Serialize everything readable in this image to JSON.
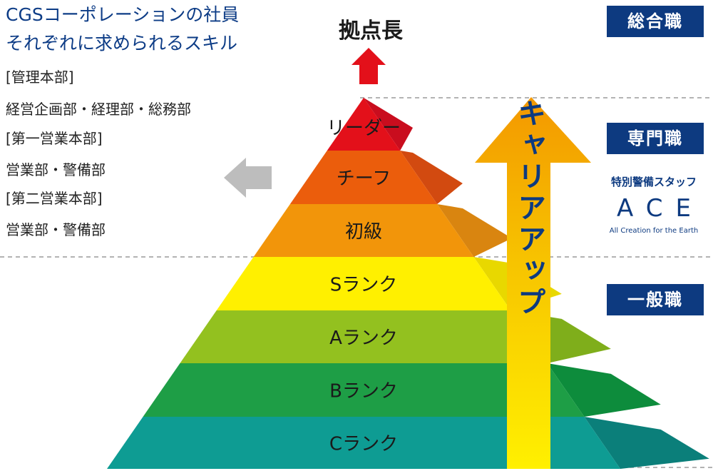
{
  "heading": {
    "line1": "CGSコーポレーションの社員",
    "line2": "それぞれに求められるスキル"
  },
  "departments": [
    "[管理本部]",
    "経営企画部・経理部・総務部",
    "[第一営業本部]",
    "営業部・警備部",
    "[第二営業本部]",
    "営業部・警備部"
  ],
  "top_label": "拠点長",
  "tiers": [
    {
      "label": "リーダー",
      "color": "#e3101a",
      "side": "#c90d1e"
    },
    {
      "label": "チーフ",
      "color": "#eb5d0c",
      "side": "#d24a10"
    },
    {
      "label": "初級",
      "color": "#f2950a",
      "side": "#d98510"
    },
    {
      "label": "Sランク",
      "color": "#fff000",
      "side": "#e8d800"
    },
    {
      "label": "Aランク",
      "color": "#93c11f",
      "side": "#7fae1b"
    },
    {
      "label": "Bランク",
      "color": "#1e9e46",
      "side": "#0d8c3c"
    },
    {
      "label": "Cランク",
      "color": "#0e9c93",
      "side": "#0b7f7a"
    }
  ],
  "career_label": "キャリアアップ",
  "categories": {
    "sogo": "総合職",
    "senmon": "専門職",
    "ippan": "一般職"
  },
  "ace": {
    "subtitle": "特別警備スタッフ",
    "name": "ACE",
    "tagline": "All Creation for the Earth"
  },
  "colors": {
    "navy": "#0d3a80",
    "arrow_red": "#e3101a",
    "arrow_gray": "#bdbdbd",
    "arrow_orange": "#f39800",
    "arrow_yellow": "#fff000",
    "divider": "#9a9a9a"
  }
}
